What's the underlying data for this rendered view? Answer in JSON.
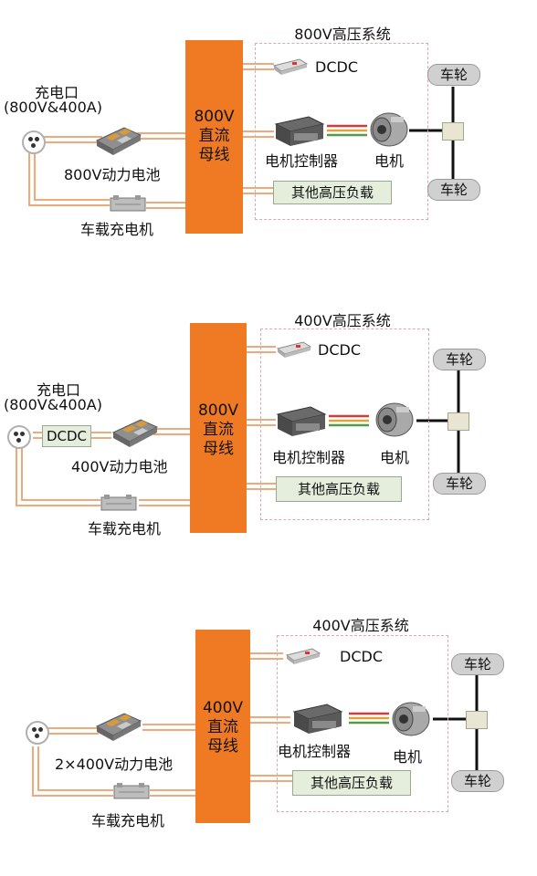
{
  "panels": [
    {
      "bus_label": [
        "800V",
        "直流",
        "母线"
      ],
      "system_title": "800V高压系统",
      "port_label": [
        "充电口",
        "(800V&400A)"
      ],
      "battery_label": "800V动力电池",
      "charger_label": "车载充电机",
      "dcdc_label": "DCDC",
      "controller_label": "电机控制器",
      "motor_label": "电机",
      "load_label": "其他高压负载",
      "wheel_labels": [
        "车轮",
        "车轮"
      ]
    },
    {
      "bus_label": [
        "800V",
        "直流",
        "母线"
      ],
      "system_title": "400V高压系统",
      "port_label": [
        "充电口",
        "(800V&400A)"
      ],
      "inline_dcdc_label": "DCDC",
      "battery_label": "400V动力电池",
      "charger_label": "车载充电机",
      "dcdc_label": "DCDC",
      "controller_label": "电机控制器",
      "motor_label": "电机",
      "load_label": "其他高压负载",
      "wheel_labels": [
        "车轮",
        "车轮"
      ]
    },
    {
      "bus_label": [
        "400V",
        "直流",
        "母线"
      ],
      "system_title": "400V高压系统",
      "battery_label": "2×400V动力电池",
      "charger_label": "车载充电机",
      "dcdc_label": "DCDC",
      "controller_label": "电机控制器",
      "motor_label": "电机",
      "load_label": "其他高压负载",
      "wheel_labels": [
        "车轮",
        "车轮"
      ]
    }
  ]
}
